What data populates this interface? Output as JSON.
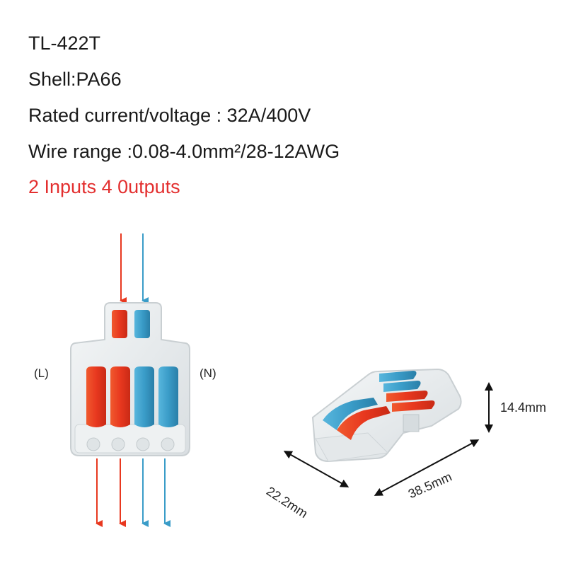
{
  "specs": {
    "model": "TL-422T",
    "shell": "Shell:PA66",
    "rated": "Rated current/voltage : 32A/400V",
    "wire_range": "Wire range :0.08-4.0mm²/28-12AWG",
    "io": "2 Inputs 4 0utputs"
  },
  "labels": {
    "live": "(L)",
    "neutral": "(N)"
  },
  "dimensions": {
    "height": "14.4mm",
    "width": "22.2mm",
    "length": "38.5mm"
  },
  "colors": {
    "live": "#e8381f",
    "neutral": "#3a9cc8",
    "highlight": "#e32f2f"
  }
}
